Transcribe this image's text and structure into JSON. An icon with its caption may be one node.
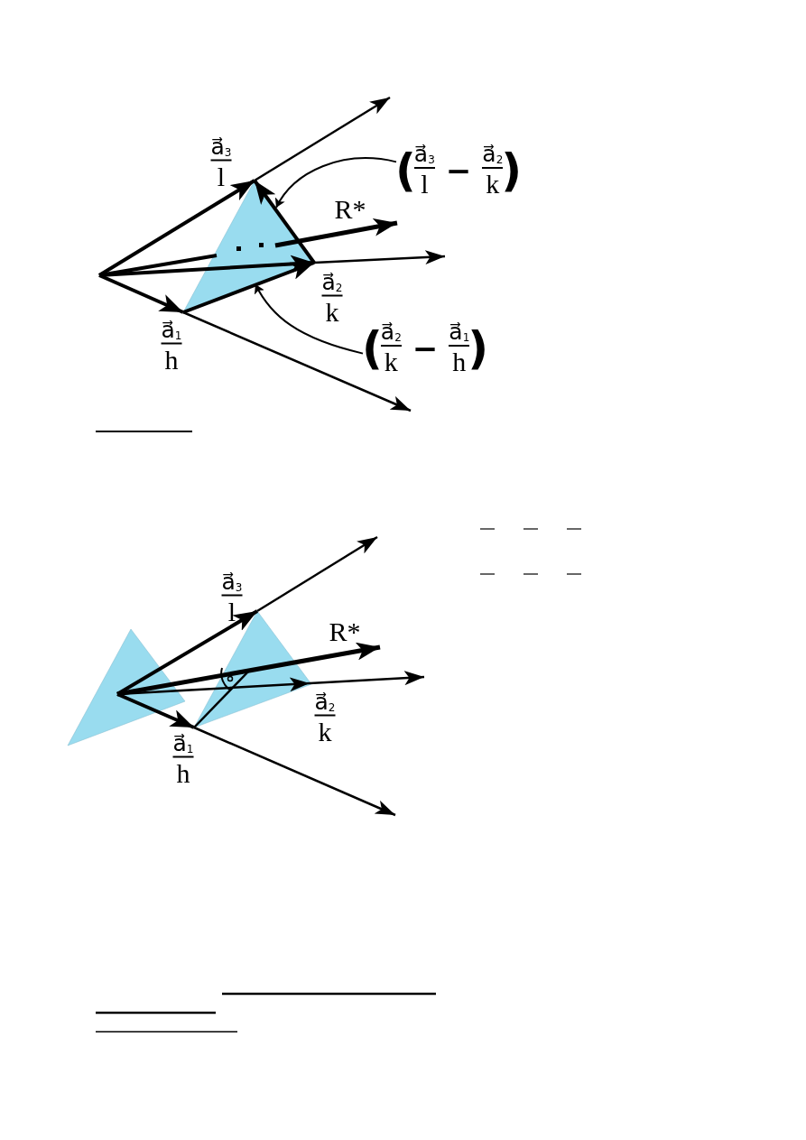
{
  "diagram": {
    "nodes": [
      {
        "text": [
          "(a⃗$_{3}$ l − a⃗$_{2}$ k)"
        ]
      },
      {
        "text": [
          "(a⃗$_{2}$ k − a⃗$_{1}$ h)"
        ]
      }
    ],
    "edges": [
      {
        "from": 0,
        "to": null,
        "arrow": "to"
      },
      {
        "from": 1,
        "to": null,
        "arrow": "to"
      }
    ],
    "labels": [
      "a⃗$_{3}$ l",
      "R*",
      "a⃗$_{2}$ k",
      "a⃗$_{1}$ h",
      "a⃗$_{3}$ l",
      "R*",
      "a⃗$_{2}$ k",
      "a⃗$_{1}$ h"
    ]
  }
}
